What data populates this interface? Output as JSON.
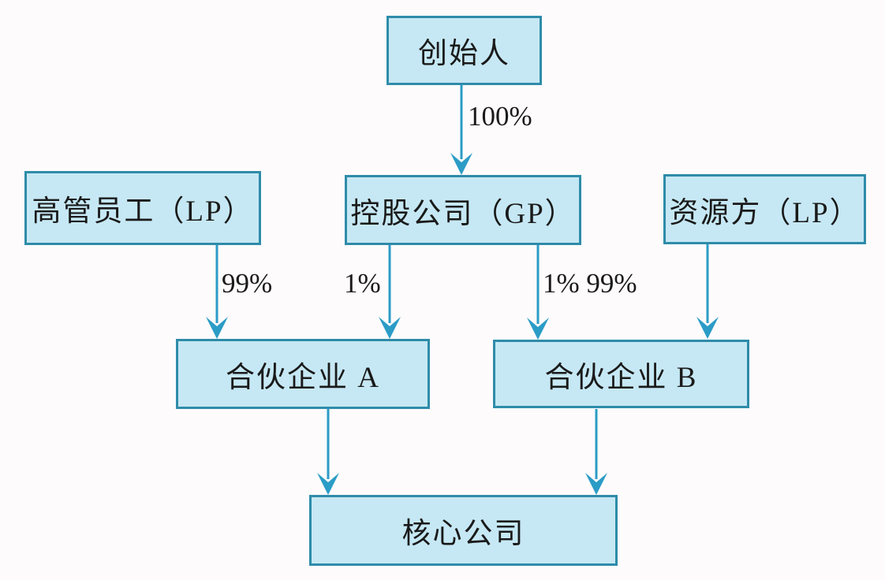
{
  "diagram": {
    "type": "flowchart",
    "description": "equity holding structure chart",
    "colors": {
      "background": "#fdfbfc",
      "box_fill": "#c6e8f4",
      "box_border": "#2e8ca9",
      "arrow": "#2b9cc6",
      "text": "#1a1a1a"
    },
    "nodes": {
      "founder": {
        "label": "创始人"
      },
      "executives_lp": {
        "label": "高管员工（LP）"
      },
      "holding_gp": {
        "label": "控股公司（GP）"
      },
      "resource_lp": {
        "label": "资源方（LP）"
      },
      "partnership_a": {
        "label": "合伙企业 A"
      },
      "partnership_b": {
        "label": "合伙企业 B"
      },
      "core_company": {
        "label": "核心公司"
      }
    },
    "edge_labels": {
      "founder_to_holding": "100%",
      "executives_to_partnership_a": "99%",
      "holding_to_partnership_a": "1%",
      "holding_to_partnership_b": "1% 99%"
    },
    "edges": [
      {
        "from": "founder",
        "to": "holding_gp",
        "label": "100%"
      },
      {
        "from": "executives_lp",
        "to": "partnership_a",
        "label": "99%"
      },
      {
        "from": "holding_gp",
        "to": "partnership_a",
        "label": "1%"
      },
      {
        "from": "holding_gp",
        "to": "partnership_b",
        "label": "1%"
      },
      {
        "from": "resource_lp",
        "to": "partnership_b",
        "label": "99%"
      },
      {
        "from": "partnership_a",
        "to": "core_company",
        "label": ""
      },
      {
        "from": "partnership_b",
        "to": "core_company",
        "label": ""
      }
    ]
  }
}
